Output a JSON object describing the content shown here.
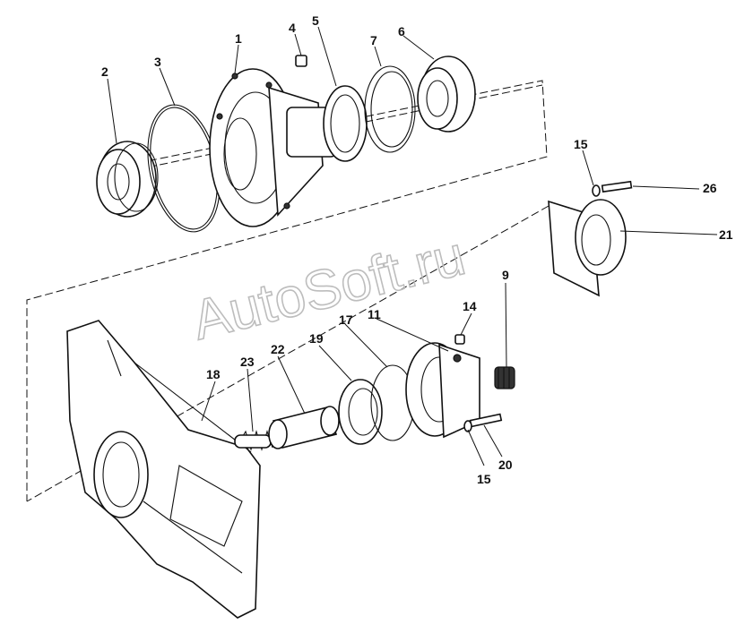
{
  "watermark": "AutoSoft.ru",
  "callouts": {
    "p1": "1",
    "p2": "2",
    "p3": "3",
    "p4": "4",
    "p5": "5",
    "p6": "6",
    "p7": "7",
    "p9": "9",
    "p11": "11",
    "p14": "14",
    "p15a": "15",
    "p15b": "15",
    "p17": "17",
    "p18": "18",
    "p19": "19",
    "p20": "20",
    "p21": "21",
    "p22": "22",
    "p23": "23",
    "p26": "26"
  }
}
